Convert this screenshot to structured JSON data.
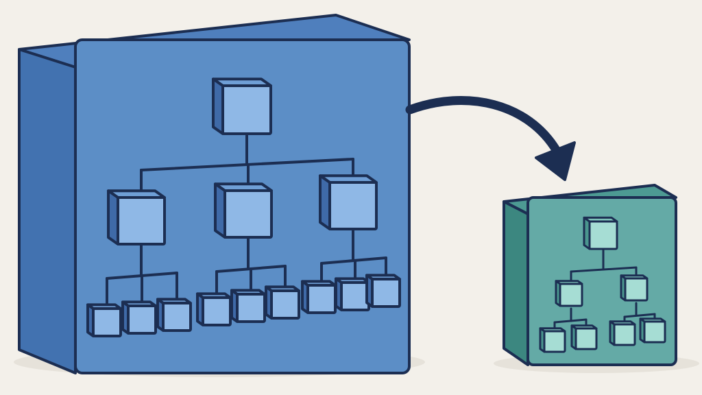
{
  "diagram": {
    "large_block": {
      "fill": "#5c8ec6",
      "side_fill": "#4272b0",
      "top_fill": "#4f7fbd",
      "node_front": "#8fb8e6",
      "node_side": "#3f6aa8",
      "node_top": "#6f9fd6",
      "tree": {
        "levels": [
          1,
          3,
          9
        ]
      }
    },
    "small_block": {
      "fill": "#64aaa6",
      "side_fill": "#3c8780",
      "top_fill": "#4d9a93",
      "node_front": "#a6ddd4",
      "node_side": "#4a968e",
      "node_top": "#7fc4ba",
      "tree": {
        "levels": [
          1,
          2,
          4
        ]
      }
    },
    "arrow": {
      "color": "#1c2e52",
      "direction": "large-to-small"
    },
    "outline": "#1c2e52",
    "background": "#f3f0ea"
  }
}
